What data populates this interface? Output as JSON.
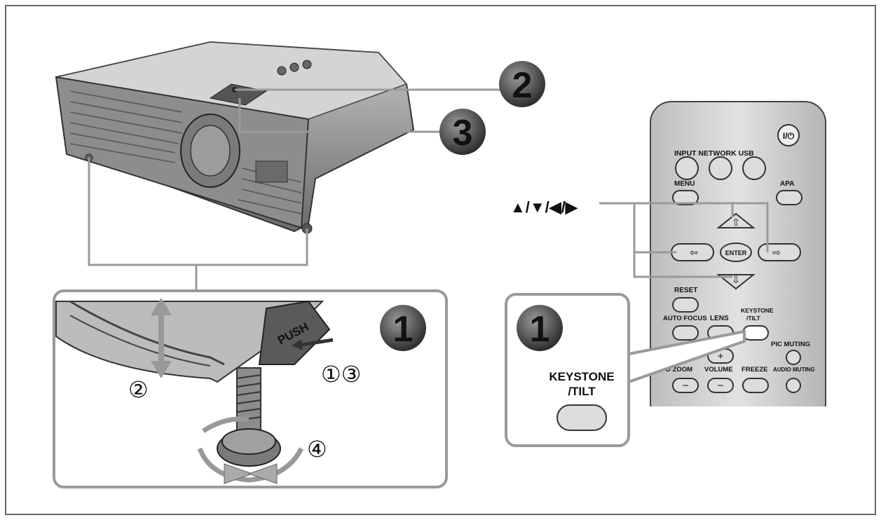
{
  "badges": {
    "step1": "1",
    "step2": "2",
    "step3": "3"
  },
  "callouts": {
    "push_label": "PUSH",
    "step_1_3": "①③",
    "step_2": "②",
    "step_4": "④",
    "arrows": "▲/▼/◀/▶"
  },
  "remote": {
    "power": "I/⏻",
    "row1_labels": "INPUT NETWORK USB",
    "menu": "MENU",
    "apa": "APA",
    "enter": "ENTER",
    "reset": "RESET",
    "auto_focus": "AUTO FOCUS",
    "lens": "LENS",
    "keystone": "KEYSTONE",
    "tilt": "/TILT",
    "pic_muting": "PIC MUTING",
    "d_zoom": "D ZOOM",
    "volume": "VOLUME",
    "freeze": "FREEZE",
    "audio_muting": "AUDIO MUTING",
    "plus": "+",
    "minus": "−"
  },
  "zoom": {
    "keystone": "KEYSTONE",
    "tilt": "/TILT"
  },
  "colors": {
    "frame": "#8a8a8a",
    "badge": "#4a4a4a",
    "remote": "#d8d8d8",
    "callout_line": "#9a9a9a"
  }
}
